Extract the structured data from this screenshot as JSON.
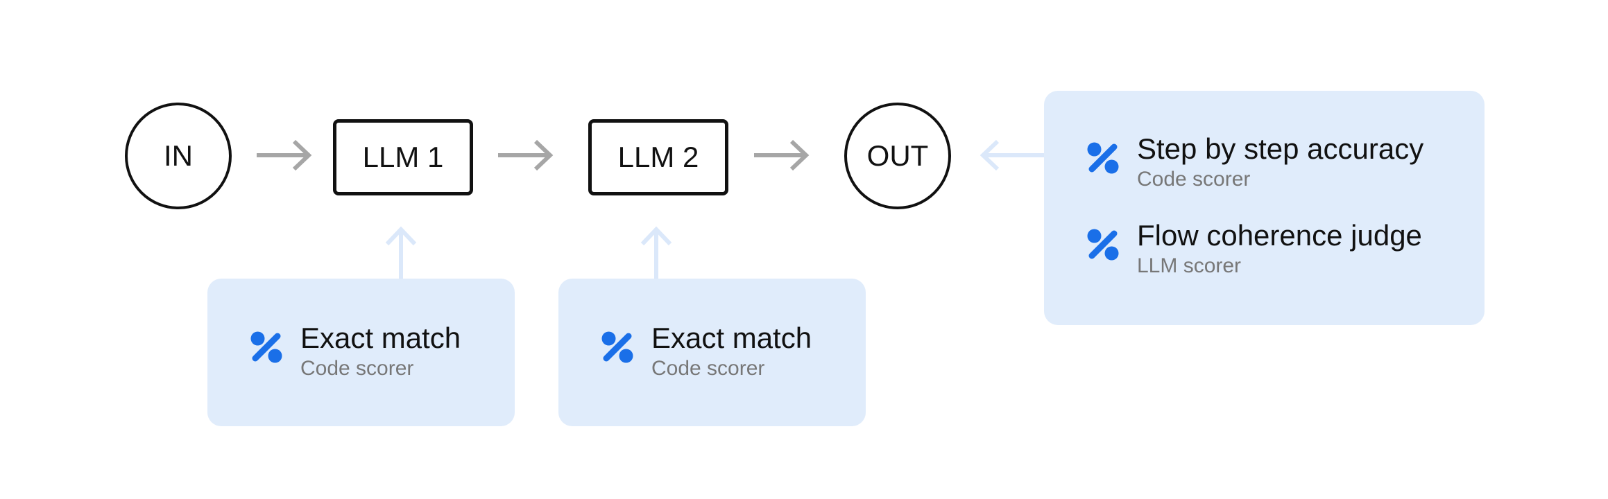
{
  "nodes": {
    "input": "IN",
    "llm1": "LLM 1",
    "llm2": "LLM 2",
    "output": "OUT"
  },
  "scorers": {
    "llm1": [
      {
        "name": "Exact match",
        "type": "Code scorer",
        "icon": "percent-icon"
      }
    ],
    "llm2": [
      {
        "name": "Exact match",
        "type": "Code scorer",
        "icon": "percent-icon"
      }
    ],
    "output": [
      {
        "name": "Step by step accuracy",
        "type": "Code scorer",
        "icon": "percent-icon"
      },
      {
        "name": "Flow coherence judge",
        "type": "LLM scorer",
        "icon": "percent-icon"
      }
    ]
  },
  "colors": {
    "flow_arrow": "#a6a6a6",
    "scorer_arrow": "#dbe8fa",
    "card_background": "#e0ecfb",
    "icon": "#1a6fe8",
    "node_border": "#111111",
    "secondary_text": "#777777"
  }
}
